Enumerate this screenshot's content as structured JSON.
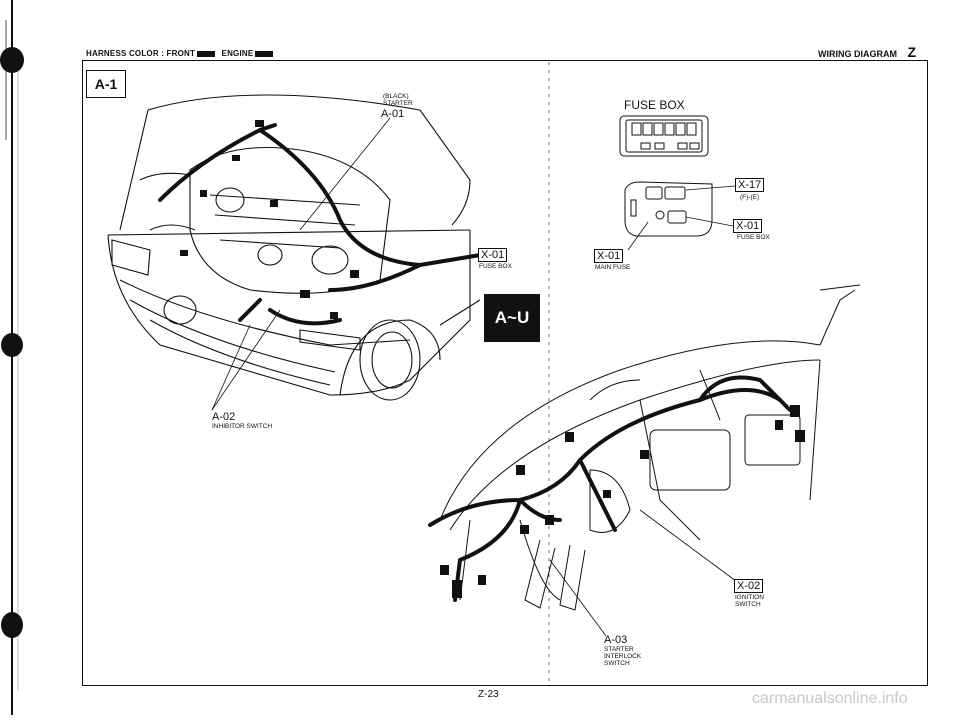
{
  "header": {
    "harness_label": "HARNESS COLOR : FRONT",
    "engine_label": "ENGINE",
    "title": "WIRING DIAGRAM",
    "section_letter": "Z"
  },
  "section_tag": "A-1",
  "tab_label": "A~U",
  "fuse_box_title": "FUSE BOX",
  "callouts": {
    "a01_note": "(BLACK)",
    "a01_name": "STARTER",
    "a01_code": "A-01",
    "x01_fuse_code": "X-01",
    "x01_fuse_name": "FUSE BOX",
    "a02_code": "A-02",
    "a02_name": "INHIBITOR SWITCH",
    "x17_code": "X-17",
    "x17_note": "(F)-(E)",
    "x01_fb_code": "X-01",
    "x01_fb_name": "FUSE BOX",
    "x01_main_code": "X-01",
    "x01_main_name": "MAIN FUSE",
    "x02_code": "X-02",
    "x02_name_1": "IGNITION",
    "x02_name_2": "SWITCH",
    "a03_code": "A-03",
    "a03_name_1": "STARTER",
    "a03_name_2": "INTERLOCK",
    "a03_name_3": "SWITCH"
  },
  "page_number": "Z-23",
  "watermark": "carmanualsonline.info"
}
